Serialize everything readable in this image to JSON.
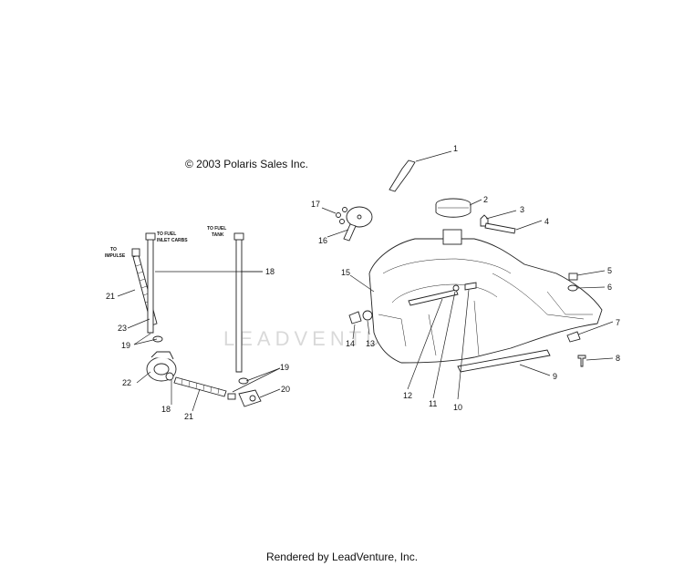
{
  "copyright": "© 2003 Polaris Sales Inc.",
  "footer": "Rendered by LeadVenture, Inc.",
  "watermark": "LEADVENTURE",
  "hose_notes": {
    "to_impulse": [
      "TO",
      "IMPULSE"
    ],
    "to_fuel_inlet_carbs": [
      "TO FUEL",
      "INLET CARBS"
    ],
    "to_fuel_tank": [
      "TO FUEL",
      "TANK"
    ]
  },
  "callouts": [
    {
      "num": "1"
    },
    {
      "num": "2"
    },
    {
      "num": "3"
    },
    {
      "num": "4"
    },
    {
      "num": "5"
    },
    {
      "num": "6"
    },
    {
      "num": "7"
    },
    {
      "num": "8"
    },
    {
      "num": "9"
    },
    {
      "num": "10"
    },
    {
      "num": "11"
    },
    {
      "num": "12"
    },
    {
      "num": "13"
    },
    {
      "num": "14"
    },
    {
      "num": "15"
    },
    {
      "num": "16"
    },
    {
      "num": "17"
    },
    {
      "num": "18"
    },
    {
      "num": "19"
    },
    {
      "num": "20"
    },
    {
      "num": "21"
    },
    {
      "num": "22"
    },
    {
      "num": "23"
    },
    {
      "num": "19"
    },
    {
      "num": "18"
    },
    {
      "num": "21"
    }
  ]
}
